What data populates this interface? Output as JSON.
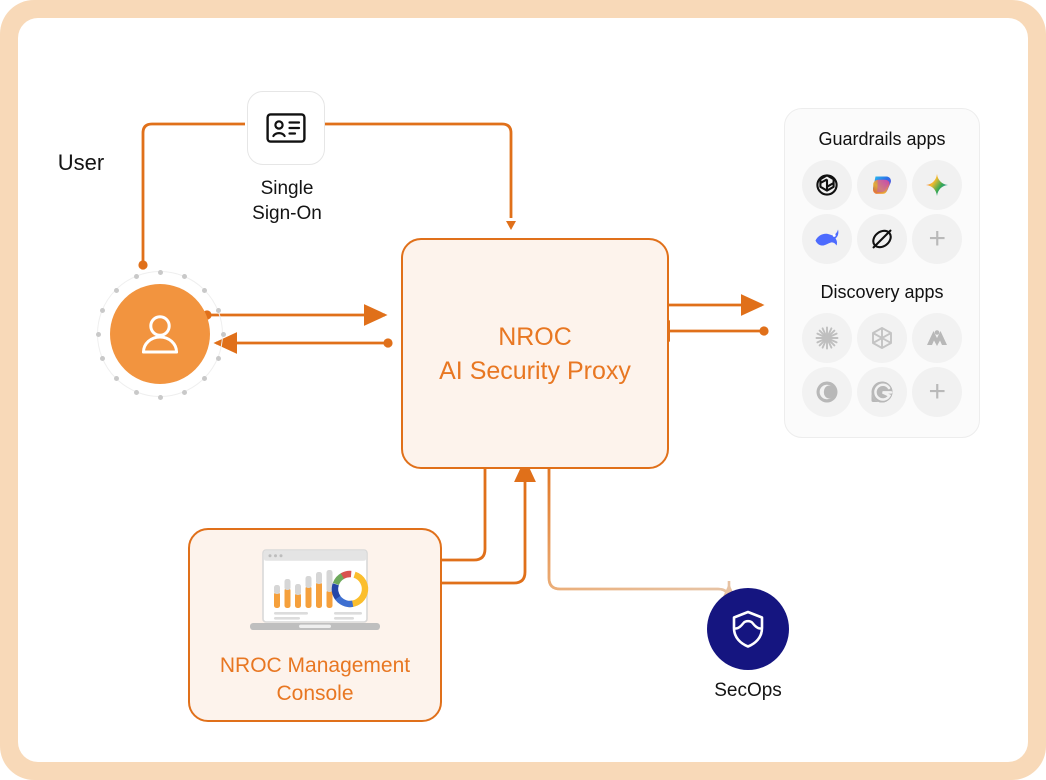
{
  "colors": {
    "frame": "#F8D9B8",
    "orange": "#E87722",
    "orange_line": "#E0701A",
    "user_fill": "#F2943F",
    "box_fill": "#FDF3EC",
    "secops_fill": "#151580",
    "panel_fill": "#FBFBFB",
    "icon_cell": "#F1F1F1",
    "dim_icon": "#BFBFBF"
  },
  "nodes": {
    "user": {
      "label": "User",
      "icon": "user-person-icon"
    },
    "sso": {
      "label": "Single\nSign-On",
      "line1": "Single",
      "line2": "Sign-On",
      "icon": "id-card-icon"
    },
    "proxy": {
      "line1": "NROC",
      "line2": "AI Security Proxy"
    },
    "console": {
      "line1": "NROC Management",
      "line2": "Console",
      "icon": "laptop-dashboard-icon"
    },
    "secops": {
      "label": "SecOps",
      "icon": "shield-icon"
    }
  },
  "apps_panel": {
    "guardrails_heading": "Guardrails apps",
    "discovery_heading": "Discovery apps",
    "guardrails": [
      {
        "name": "openai-icon",
        "kind": "logo",
        "active": true
      },
      {
        "name": "microsoft-copilot-icon",
        "kind": "logo",
        "active": true
      },
      {
        "name": "google-gemini-icon",
        "kind": "logo",
        "active": true
      },
      {
        "name": "deepseek-icon",
        "kind": "logo",
        "active": true
      },
      {
        "name": "perplexity-icon",
        "kind": "logo",
        "active": true
      },
      {
        "name": "add-guardrail-app-icon",
        "kind": "plus",
        "label": "+",
        "active": false
      }
    ],
    "discovery": [
      {
        "name": "claude-icon",
        "kind": "logo",
        "active": false
      },
      {
        "name": "midjourney-icon",
        "kind": "logo",
        "active": false
      },
      {
        "name": "anthropic-icon",
        "kind": "logo",
        "active": false
      },
      {
        "name": "cohere-icon",
        "kind": "logo",
        "active": false
      },
      {
        "name": "grammarly-icon",
        "kind": "logo",
        "active": false
      },
      {
        "name": "add-discovery-app-icon",
        "kind": "plus",
        "label": "+",
        "active": false
      }
    ]
  },
  "connections": [
    {
      "name": "user-to-sso-to-proxy",
      "from": "user",
      "to": "proxy",
      "via": "sso",
      "direction": "one-way",
      "style": "solid-orange"
    },
    {
      "name": "user-to-proxy-request",
      "from": "user",
      "to": "proxy",
      "direction": "one-way",
      "style": "solid-orange"
    },
    {
      "name": "proxy-to-user-response",
      "from": "proxy",
      "to": "user",
      "direction": "one-way",
      "style": "solid-orange"
    },
    {
      "name": "proxy-to-apps-request",
      "from": "proxy",
      "to": "apps_panel",
      "direction": "one-way",
      "style": "solid-orange"
    },
    {
      "name": "apps-to-proxy-response",
      "from": "apps_panel",
      "to": "proxy",
      "direction": "one-way",
      "style": "solid-orange"
    },
    {
      "name": "proxy-to-console",
      "from": "proxy",
      "to": "console",
      "direction": "one-way",
      "style": "solid-orange"
    },
    {
      "name": "console-to-proxy",
      "from": "console",
      "to": "proxy",
      "direction": "one-way",
      "style": "solid-orange"
    },
    {
      "name": "proxy-to-secops",
      "from": "proxy",
      "to": "secops",
      "direction": "one-way",
      "style": "gradient-fade"
    }
  ]
}
